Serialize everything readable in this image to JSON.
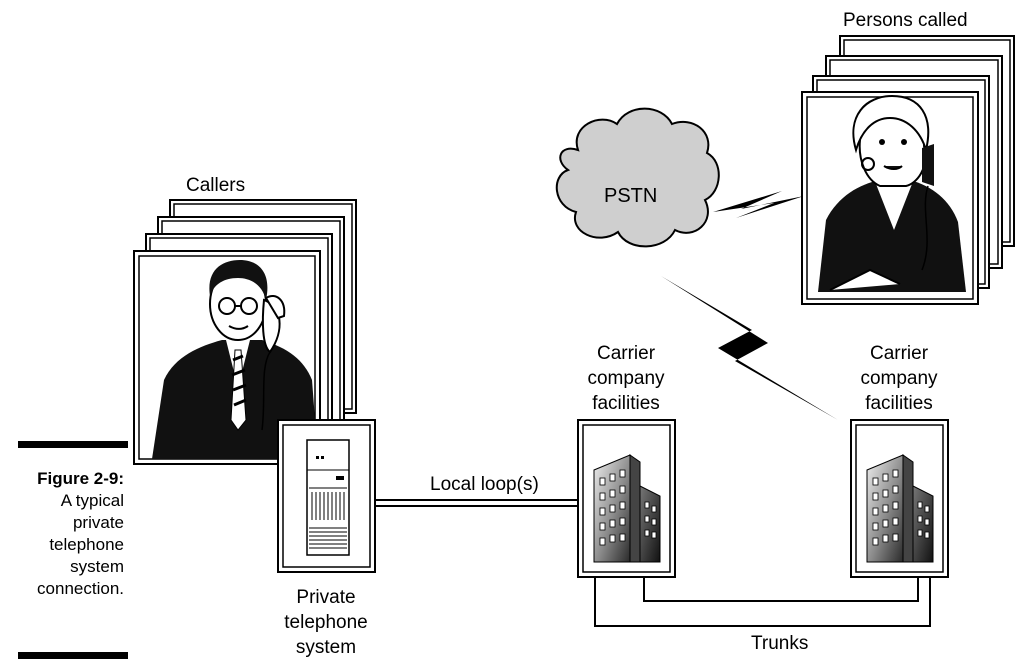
{
  "figure": {
    "number": "Figure 2-9:",
    "caption_lines": [
      "A typical",
      "private",
      "telephone",
      "system",
      "connection."
    ]
  },
  "labels": {
    "callers": "Callers",
    "persons_called": "Persons called",
    "pstn": "PSTN",
    "local_loops": "Local loop(s)",
    "trunks": "Trunks",
    "private_system": [
      "Private",
      "telephone",
      "system"
    ],
    "carrier_left": [
      "Carrier",
      "company",
      "facilities"
    ],
    "carrier_right": [
      "Carrier",
      "company",
      "facilities"
    ]
  }
}
